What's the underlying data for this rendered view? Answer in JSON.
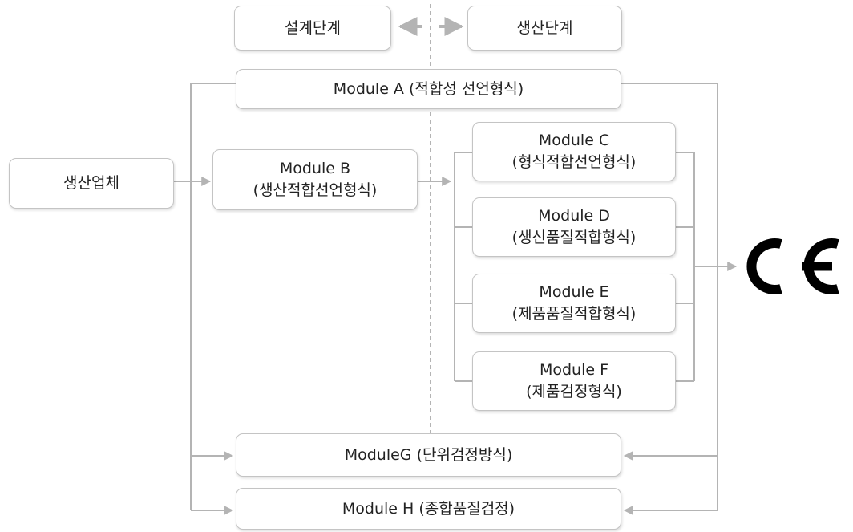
{
  "phases": {
    "design": "설계단계",
    "production": "생산단계"
  },
  "manufacturer": "생산업체",
  "modules": {
    "a": {
      "title": "Module A (적합성 선언형식)"
    },
    "b": {
      "title": "Module B",
      "subtitle": "(생산적합선언형식)"
    },
    "c": {
      "title": "Module C",
      "subtitle": "(형식적합선언형식)"
    },
    "d": {
      "title": "Module D",
      "subtitle": "(생신품질적합형식)"
    },
    "e": {
      "title": "Module E",
      "subtitle": "(제품품질적합형식)"
    },
    "f": {
      "title": "Module F",
      "subtitle": "(제품검정형식)"
    },
    "g": {
      "title": "ModuleG (단위검정방식)"
    },
    "h": {
      "title": "Module H (종합품질검정)"
    }
  },
  "ce_mark": "CE",
  "colors": {
    "connector": "#b4b4b4",
    "box_border": "#c4c4c4",
    "text": "#222222",
    "mark": "#000000"
  }
}
